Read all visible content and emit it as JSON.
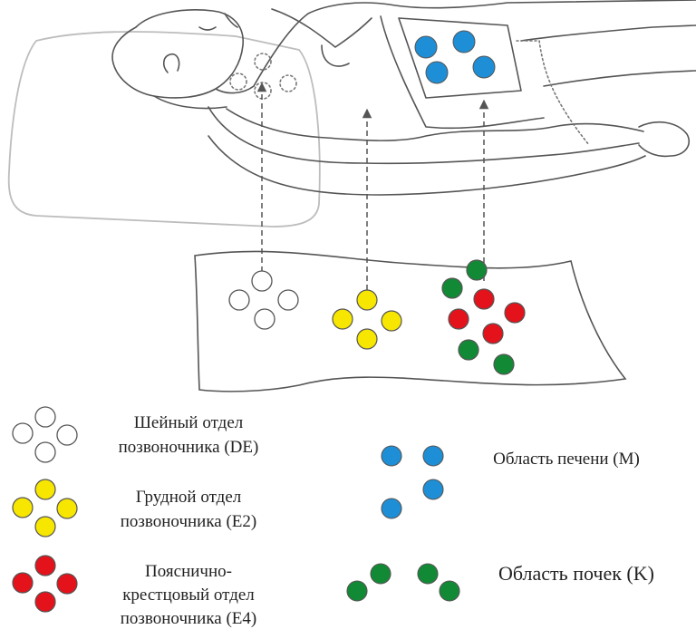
{
  "colors": {
    "outline": "#555555",
    "pillow": "#bdbdbd",
    "white_dot": "#ffffff",
    "yellow_dot": "#f7e600",
    "red_dot": "#e3121b",
    "green_dot": "#128a35",
    "blue_dot": "#1e8fd6",
    "dot_stroke": "#555555",
    "arrow": "#555555"
  },
  "legend": {
    "cervical": {
      "line1": "Шейный отдел",
      "line2": "позвоночника (DE)"
    },
    "thoracic": {
      "line1": "Грудной отдел",
      "line2": "позвоночника (E2)"
    },
    "lumbosacral": {
      "line1": "Пояснично-",
      "line2": "крестцовый отдел",
      "line3": "позвоночника (E4)"
    },
    "liver": {
      "label": "Область печени (М)"
    },
    "kidneys": {
      "label": "Область почек (K)"
    }
  }
}
